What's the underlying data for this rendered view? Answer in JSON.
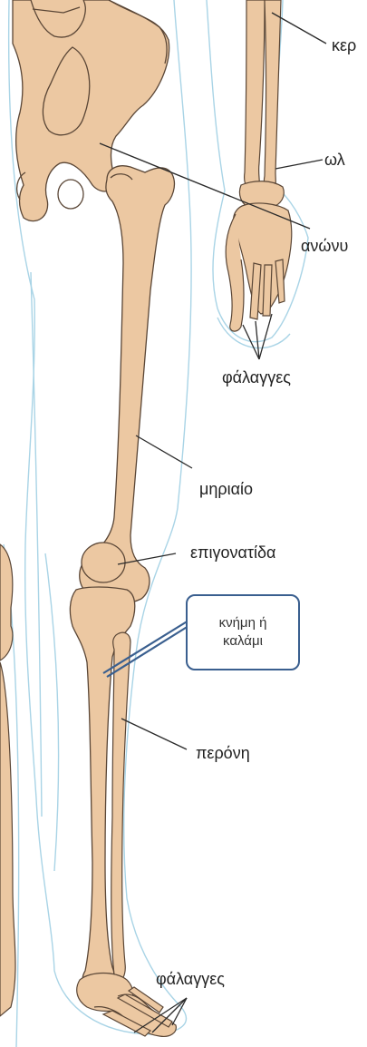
{
  "labels": {
    "radius": "κερ",
    "ulna": "ωλ",
    "innominate": "ανώνυ",
    "hand_phalanges": "φάλαγγες",
    "femur": "μηριαίο",
    "patella": "επιγονατίδα",
    "fibula": "περόνη",
    "foot_phalanges": "φάλαγγες"
  },
  "callout": {
    "line1": "κνήμη ή",
    "line2": "καλάμι"
  },
  "colors": {
    "bone": "#ecc8a2",
    "bone_stroke": "#5a4636",
    "skin_outline": "#a9d4e6",
    "leader": "#2a2a2a",
    "callout_border": "#3a5f8f"
  }
}
